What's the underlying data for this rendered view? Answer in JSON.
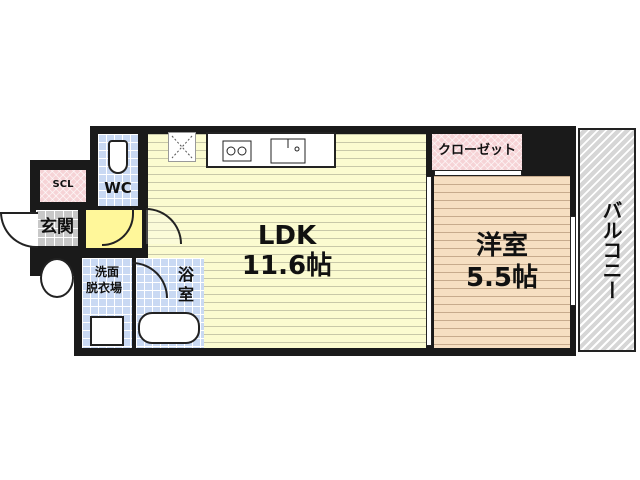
{
  "floor_plan": {
    "rooms": {
      "ldk": {
        "name": "LDK",
        "size": "11.6帖"
      },
      "youshitsu": {
        "name": "洋室",
        "size": "5.5帖"
      },
      "closet": {
        "name": "クローゼット"
      },
      "balcony": {
        "name": "バルコニー"
      },
      "wc": {
        "name": "WC"
      },
      "scl": {
        "name": "SCL"
      },
      "genkan": {
        "name": "玄関"
      },
      "senmen": {
        "line1": "洗面",
        "line2": "脱衣場"
      },
      "bath": {
        "line1": "浴",
        "line2": "室"
      }
    },
    "colors": {
      "wall": "#1a1a1a",
      "ldk_floor": "#fbfbd0",
      "bedroom_floor": "#f6dfc2",
      "wet_tile": "#c9d9f3",
      "storage_pink": "#f6d3d6",
      "hall_yellow": "#fff79a",
      "balcony_gray": "#d6d6d6"
    }
  }
}
